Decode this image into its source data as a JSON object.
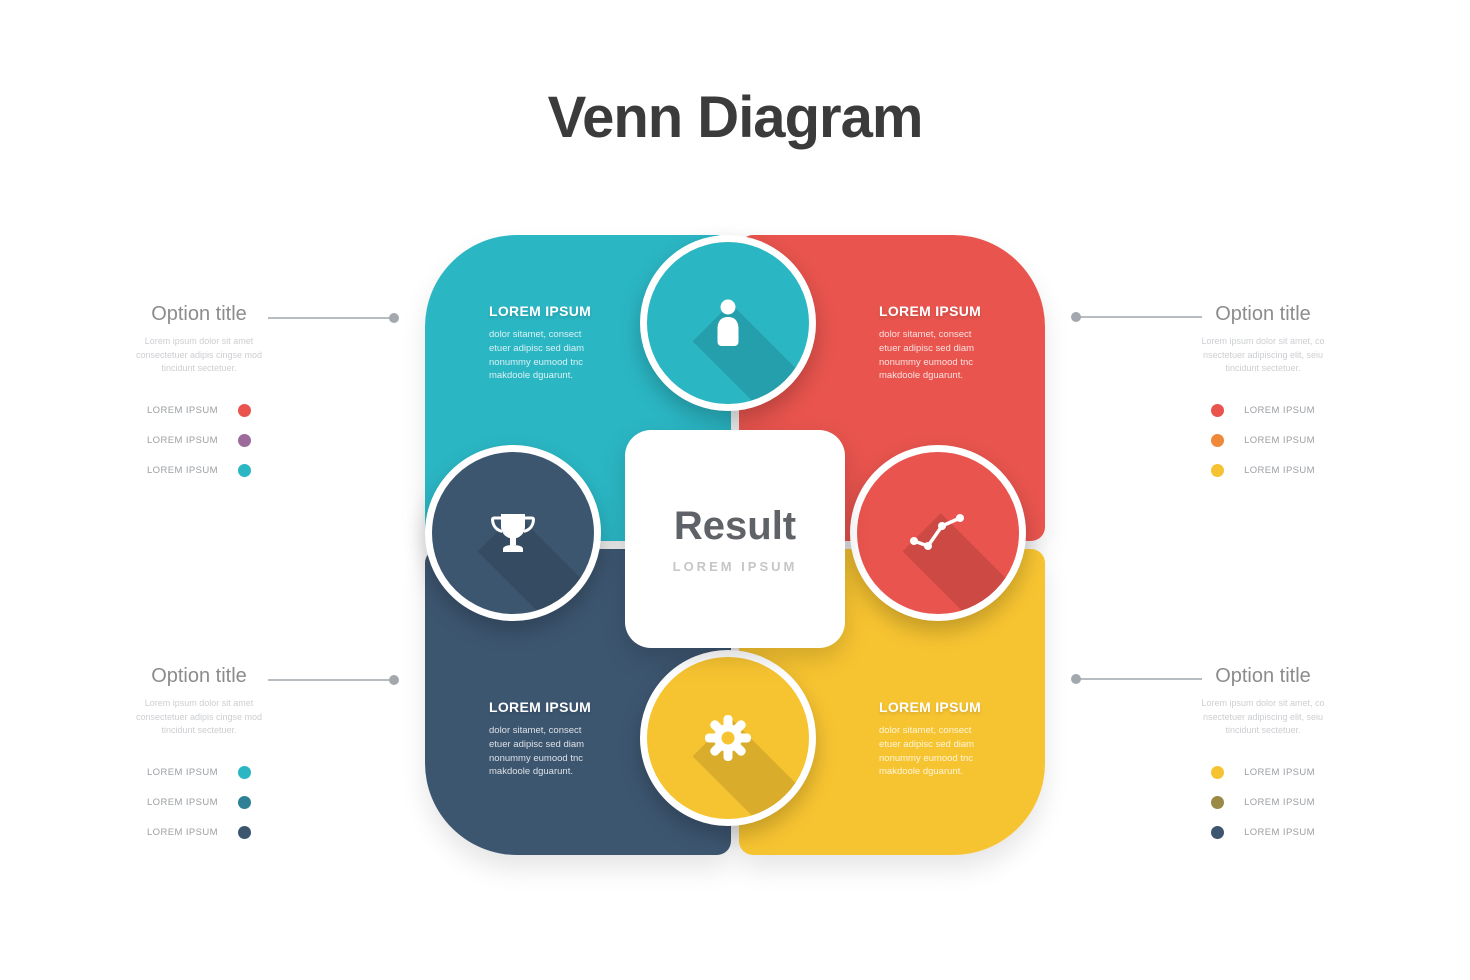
{
  "title": "Venn Diagram",
  "center": {
    "title": "Result",
    "subtitle": "LOREM IPSUM"
  },
  "palette": {
    "teal": "#2bb6c4",
    "red": "#e9544e",
    "navy": "#3d5670",
    "yellow": "#f7c431",
    "purple": "#9c6b9b",
    "orange": "#f0883a",
    "olive": "#9a8a45",
    "steel_teal": "#2f7f96",
    "connector_gray": "#b7bcc0"
  },
  "quadrants": [
    {
      "name": "top-left",
      "color": "#2bb6c4",
      "icon": "person-icon",
      "title": "LOREM IPSUM",
      "body": "dolor sitamet, consect etuer adipisc sed diam nonummy eumood tnc makdoole dguarunt."
    },
    {
      "name": "top-right",
      "color": "#e9544e",
      "icon": "line-chart-icon",
      "title": "LOREM IPSUM",
      "body": "dolor sitamet, consect etuer adipisc sed diam nonummy eumood tnc makdoole dguarunt."
    },
    {
      "name": "bottom-left",
      "color": "#3d5670",
      "icon": "trophy-icon",
      "title": "LOREM IPSUM",
      "body": "dolor sitamet, consect etuer adipisc sed diam nonummy eumood tnc makdoole dguarunt."
    },
    {
      "name": "bottom-right",
      "color": "#f7c431",
      "icon": "gear-icon",
      "title": "LOREM IPSUM",
      "body": "dolor sitamet, consect etuer adipisc sed diam nonummy eumood tnc makdoole dguarunt."
    }
  ],
  "options": [
    {
      "position": "top-left",
      "title": "Option title",
      "body": "Lorem ipsum dolor sit amet consectetuer adipis cingse mod tincidunt sectetuer.",
      "legend": [
        {
          "label": "LOREM IPSUM",
          "color": "#e9544e"
        },
        {
          "label": "LOREM IPSUM",
          "color": "#9c6b9b"
        },
        {
          "label": "LOREM IPSUM",
          "color": "#2bb6c4"
        }
      ]
    },
    {
      "position": "top-right",
      "title": "Option title",
      "body": "Lorem ipsum dolor sit amet, co nsectetuer adipiscing elit, seiu tincidunt sectetuer.",
      "legend": [
        {
          "label": "LOREM IPSUM",
          "color": "#e9544e"
        },
        {
          "label": "LOREM IPSUM",
          "color": "#f0883a"
        },
        {
          "label": "LOREM IPSUM",
          "color": "#f5c332"
        }
      ]
    },
    {
      "position": "bottom-left",
      "title": "Option title",
      "body": "Lorem ipsum dolor sit amet consectetuer adipis cingse mod tincidunt sectetuer.",
      "legend": [
        {
          "label": "LOREM IPSUM",
          "color": "#2bb6c4"
        },
        {
          "label": "LOREM IPSUM",
          "color": "#2f7f96"
        },
        {
          "label": "LOREM IPSUM",
          "color": "#3d5670"
        }
      ]
    },
    {
      "position": "bottom-right",
      "title": "Option title",
      "body": "Lorem ipsum dolor sit amet, co nsectetuer adipiscing elit, seiu tincidunt sectetuer.",
      "legend": [
        {
          "label": "LOREM IPSUM",
          "color": "#f5c332"
        },
        {
          "label": "LOREM IPSUM",
          "color": "#9a8a45"
        },
        {
          "label": "LOREM IPSUM",
          "color": "#3d5670"
        }
      ]
    }
  ]
}
